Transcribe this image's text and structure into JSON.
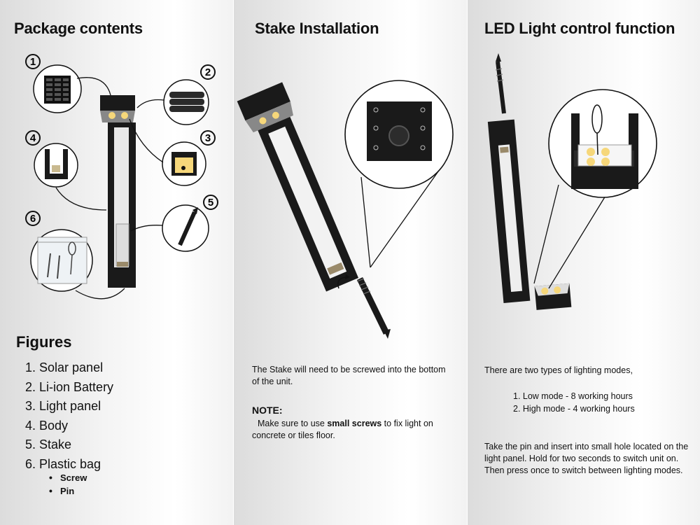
{
  "sections": {
    "package": {
      "title": "Package contents",
      "numbers": [
        "①",
        "2",
        "3",
        "4",
        "5",
        "6"
      ],
      "figures_title": "Figures",
      "figures": [
        "1. Solar panel",
        "2. Li-ion Battery",
        "3. Light panel",
        "4. Body",
        "5. Stake",
        "6. Plastic bag"
      ],
      "bag_items": [
        "Screw",
        "Pin"
      ]
    },
    "stake": {
      "title": "Stake Installation",
      "description": "The Stake will need to be screwed into the bottom of the unit.",
      "note_title": "NOTE:",
      "note_pre": "Make sure to use ",
      "note_bold": "small screws",
      "note_post": " to fix light on concrete or tiles floor."
    },
    "led": {
      "title": "LED Light control function",
      "intro": "There are two types of lighting modes,",
      "modes": [
        "1. Low mode - 8  working hours",
        "2. High mode - 4 working hours"
      ],
      "instructions": "Take the pin and insert into small hole located on the light panel. Hold for two seconds to switch unit on. Then press once to switch between lighting modes."
    }
  },
  "colors": {
    "dark": "#1a1a1a",
    "led": "#f6d77a",
    "led_glow": "#fff4c2",
    "panel_gray": "#9a9a9a"
  }
}
